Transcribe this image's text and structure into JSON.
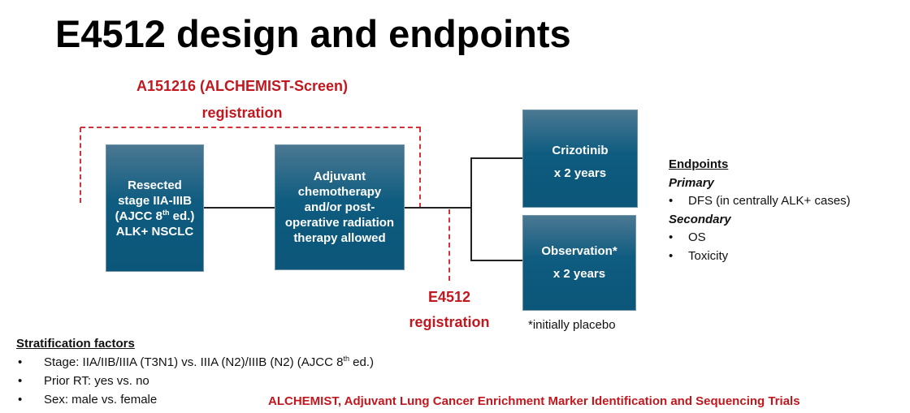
{
  "title": "E4512 design and endpoints",
  "screen_label": {
    "line1": "A151216 (ALCHEMIST-Screen)",
    "line2": "registration"
  },
  "boxes": {
    "population": {
      "l1": "Resected",
      "l2": "stage IIA-IIIB",
      "l3a": "(AJCC 8",
      "l3sup": "th",
      "l3b": " ed.)",
      "l4": "ALK+ NSCLC"
    },
    "adjuvant": {
      "l1": "Adjuvant",
      "l2": "chemotherapy",
      "l3": "and/or post-",
      "l4": "operative radiation",
      "l5": "therapy allowed"
    },
    "crizotinib": {
      "l1": "Crizotinib",
      "l2": "x 2 years"
    },
    "observation": {
      "l1": "Observation*",
      "l2": "x 2 years"
    }
  },
  "e4512_label": {
    "line1": "E4512",
    "line2": "registration"
  },
  "footnote": "*initially placebo",
  "endpoints": {
    "heading": "Endpoints",
    "primary": "Primary",
    "primary_items": [
      "DFS (in centrally ALK+ cases)"
    ],
    "secondary": "Secondary",
    "secondary_items": [
      "OS",
      "Toxicity"
    ]
  },
  "stratification": {
    "heading": "Stratification factors",
    "stage_a": "Stage: IIA/IIB/IIIA (T3N1) vs. IIIA (N2)/IIIB (N2) (AJCC 8",
    "stage_sup": "th",
    "stage_b": " ed.)",
    "items": [
      "Prior RT: yes vs. no",
      "Sex: male vs. female"
    ]
  },
  "footer": "ALCHEMIST, Adjuvant Lung Cancer Enrichment Marker Identification and Sequencing Trials",
  "colors": {
    "accent_red": "#c0181e",
    "box_blue": "#0e5c80"
  }
}
